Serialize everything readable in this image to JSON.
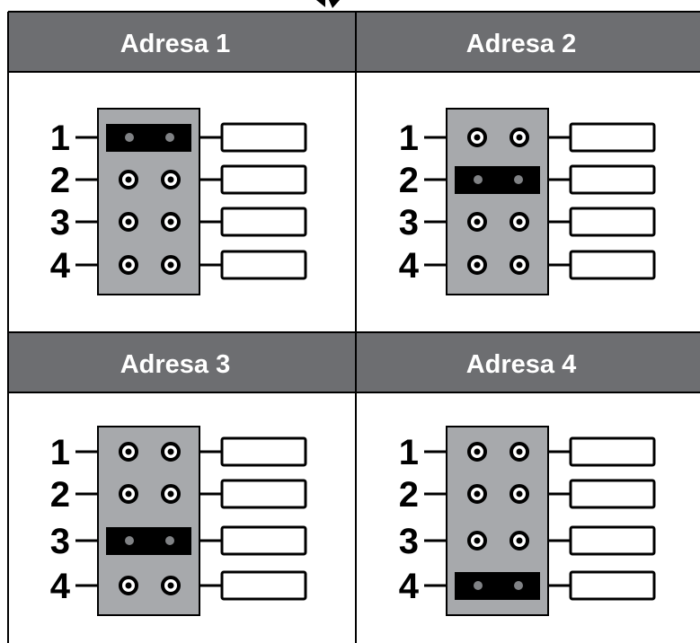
{
  "panels": [
    {
      "title": "Adresa 1",
      "jumper_row": 1
    },
    {
      "title": "Adresa 2",
      "jumper_row": 2
    },
    {
      "title": "Adresa 3",
      "jumper_row": 3
    },
    {
      "title": "Adresa 4",
      "jumper_row": 4
    }
  ],
  "row_labels": [
    "1",
    "2",
    "3",
    "4"
  ],
  "colors": {
    "header_bg": "#6d6e71",
    "header_text": "#ffffff",
    "pin_block": "#a7a9ac",
    "jumper": "#000000",
    "pin_dot": "#808285",
    "line": "#000000"
  }
}
